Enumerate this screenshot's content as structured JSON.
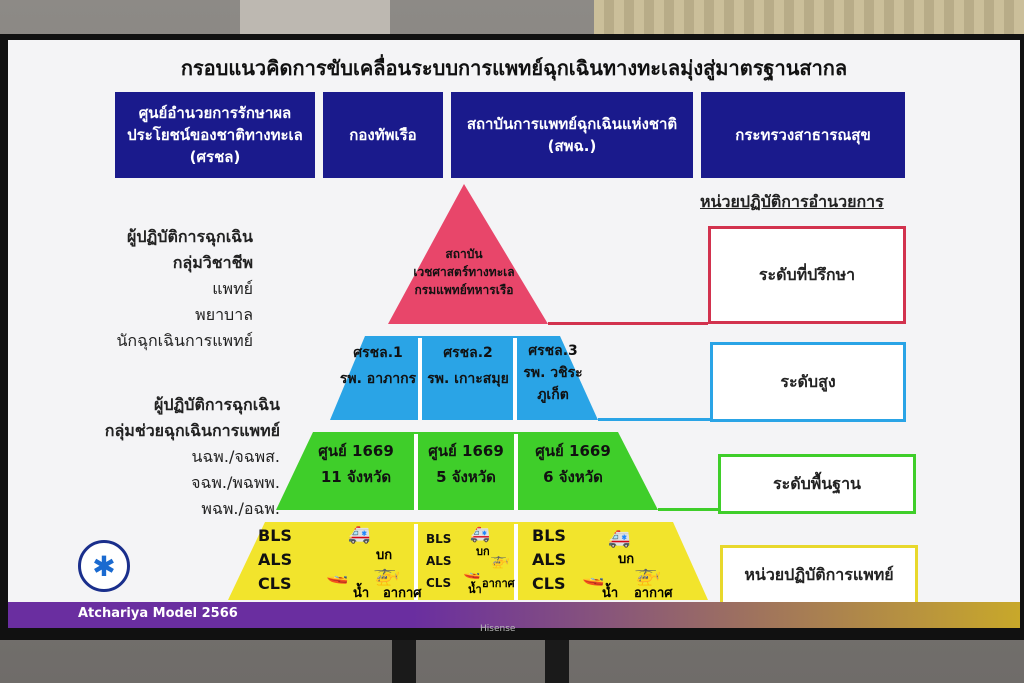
{
  "slide": {
    "title": "กรอบแนวคิดการขับเคลื่อนระบบการแพทย์ฉุกเฉินทางทะเลมุ่งสู่มาตรฐานสากล",
    "orgs": [
      "ศูนย์อำนวยการรักษาผล\nประโยชน์ของชาติทางทะเล\n(ศรชล)",
      "กองทัพเรือ",
      "สถาบันการแพทย์ฉุกเฉินแห่งชาติ\n(สพฉ.)",
      "กระทรวงสาธารณสุข"
    ],
    "command_heading": "หน่วยปฏิบัติการอำนวยการ",
    "left": {
      "group1_title": "ผู้ปฏิบัติการฉุกเฉิน",
      "group1_sub": "กลุ่มวิชาชีพ",
      "group1_items": [
        "แพทย์",
        "พยาบาล",
        "นักฉุกเฉินการแพทย์"
      ],
      "group2_title": "ผู้ปฏิบัติการฉุกเฉิน",
      "group2_sub": "กลุ่มช่วยฉุกเฉินการแพทย์",
      "group2_items": [
        "นฉพ./จฉพส.",
        "จฉพ./พฉพพ.",
        "พฉพ./อฉพ."
      ]
    },
    "top_tier": [
      "สถาบัน",
      "เวชศาสตร์ทางทะเล",
      "กรมแพทย์ทหารเรือ"
    ],
    "tier2": [
      {
        "a": "ศรชล.1",
        "b": "รพ. อาภากร"
      },
      {
        "a": "ศรชล.2",
        "b": "รพ. เกาะสมุย"
      },
      {
        "a": "ศรชล.3",
        "b": "รพ. วชิระ",
        "c": "ภูเก็ต"
      }
    ],
    "tier3": [
      {
        "a": "ศูนย์ 1669",
        "b": "11 จังหวัด"
      },
      {
        "a": "ศูนย์ 1669",
        "b": "5 จังหวัด"
      },
      {
        "a": "ศูนย์ 1669",
        "b": "6 จังหวัด"
      }
    ],
    "tier4": {
      "levels": [
        "BLS",
        "ALS",
        "CLS"
      ],
      "land": "บก",
      "water": "น้ำ",
      "air": "อากาศ"
    },
    "levels": [
      "ระดับที่ปรึกษา",
      "ระดับสูง",
      "ระดับพื้นฐาน",
      "หน่วยปฏิบัติการแพทย์"
    ],
    "footer": "Atchariya Model 2566"
  },
  "tv": {
    "brand": "Hisense"
  }
}
